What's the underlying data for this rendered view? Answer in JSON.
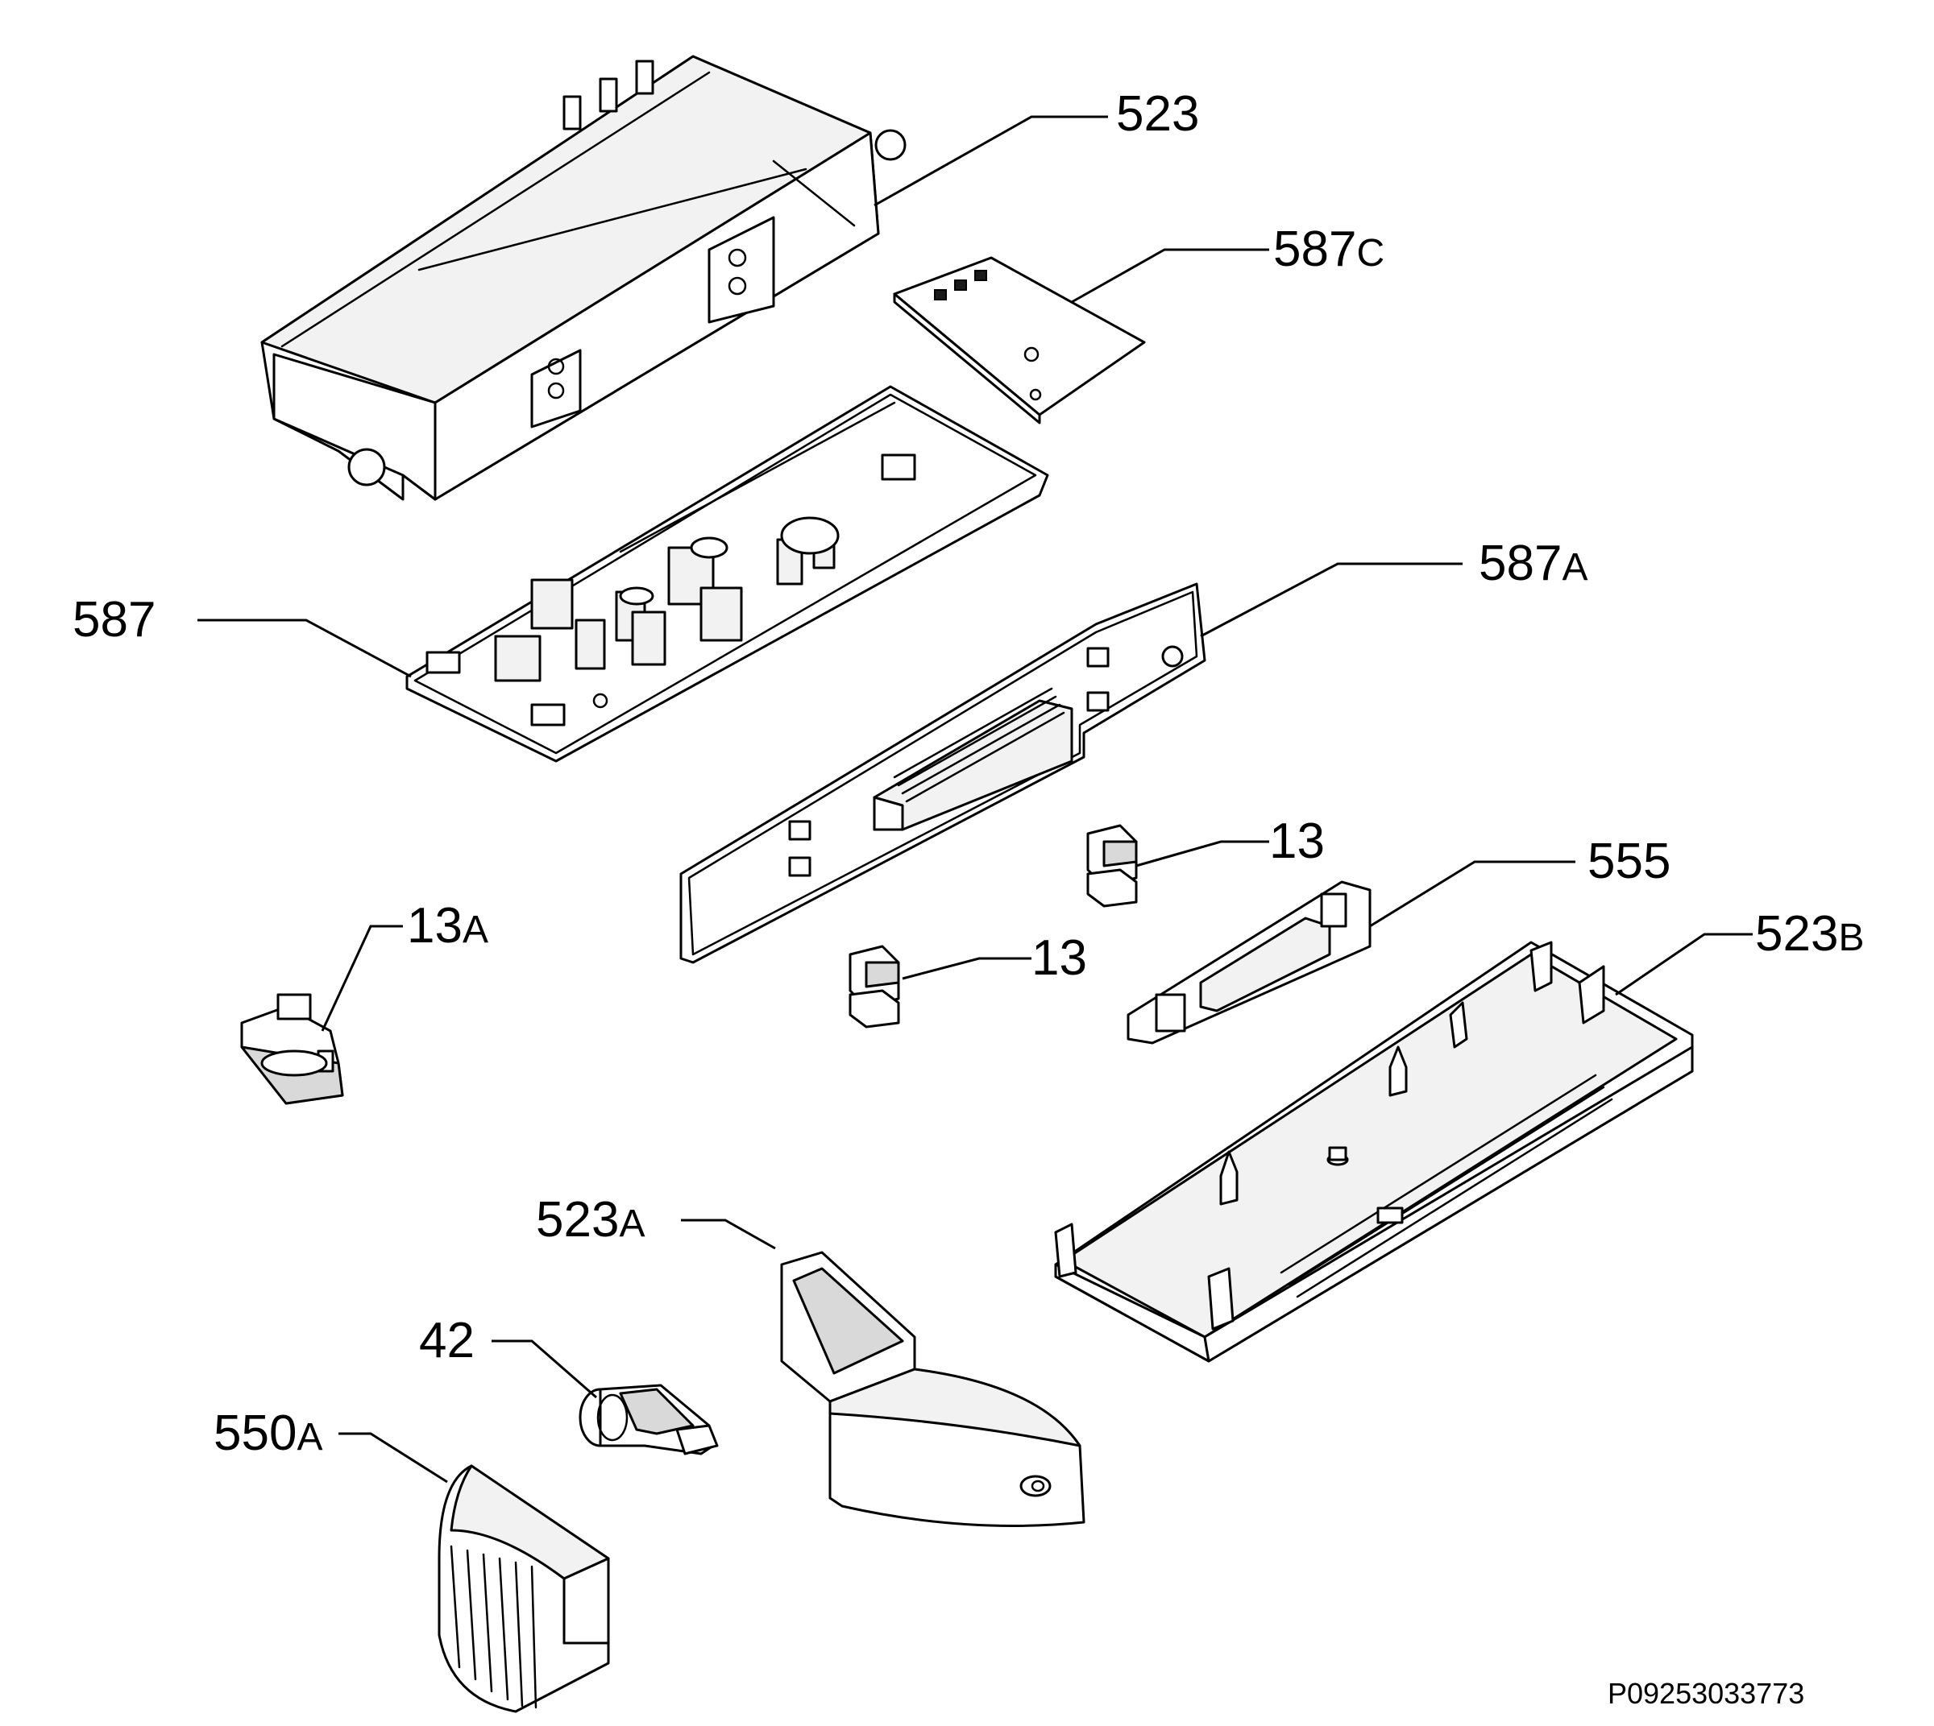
{
  "callouts": {
    "c523": {
      "num": "523",
      "suffix": ""
    },
    "c587C": {
      "num": "587",
      "suffix": "C"
    },
    "c587": {
      "num": "587",
      "suffix": ""
    },
    "c587A": {
      "num": "587",
      "suffix": "A"
    },
    "c13_upper": {
      "num": "13",
      "suffix": ""
    },
    "c555": {
      "num": "555",
      "suffix": ""
    },
    "c13A": {
      "num": "13",
      "suffix": "A"
    },
    "c13_lower": {
      "num": "13",
      "suffix": ""
    },
    "c523B": {
      "num": "523",
      "suffix": "B"
    },
    "c523A": {
      "num": "523",
      "suffix": "A"
    },
    "c42": {
      "num": "42",
      "suffix": ""
    },
    "c550A": {
      "num": "550",
      "suffix": "A"
    }
  },
  "drawing_reference": "P09253033773"
}
